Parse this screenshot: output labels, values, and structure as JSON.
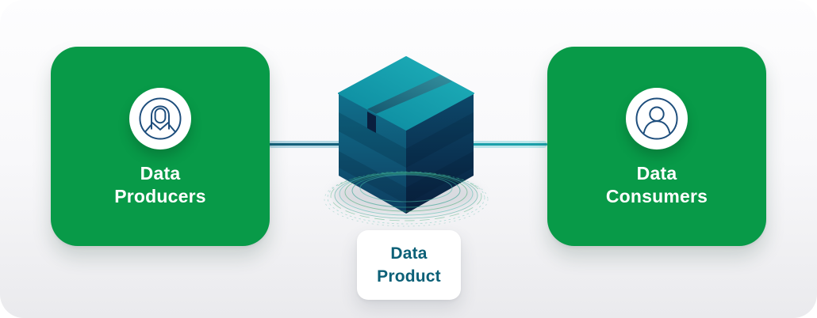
{
  "nodes": {
    "producers": {
      "label": "Data\nProducers",
      "icon": "female-user-icon"
    },
    "product": {
      "label": "Data\nProduct",
      "icon": "package-box-3d-icon"
    },
    "consumers": {
      "label": "Data\nConsumers",
      "icon": "user-icon"
    }
  },
  "connector": {
    "from": "producers",
    "to": "consumers",
    "through": "product"
  },
  "colors": {
    "panel_green": "#089a48",
    "icon_navy": "#1d4d7c",
    "product_text_teal": "#0c6077",
    "connector_dark": "#15607b",
    "connector_teal": "#1ba0aa",
    "box_top_teal": "#16adb6",
    "box_side_navy": "#0e3e61"
  }
}
